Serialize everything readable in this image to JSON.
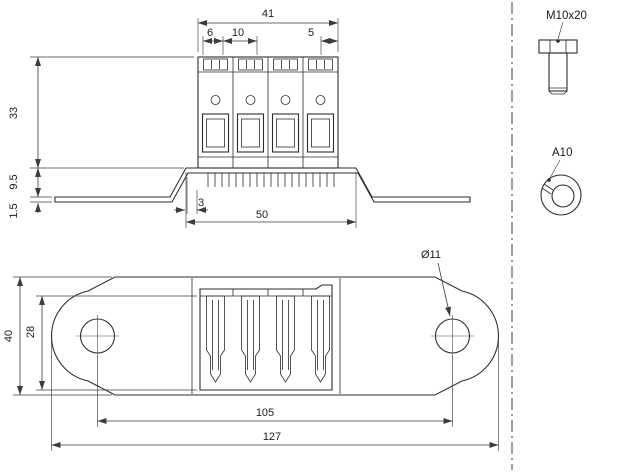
{
  "front_view": {
    "overall_width": "41",
    "offset_left": "6",
    "pitch": "10",
    "offset_right": "5",
    "block_height": "33",
    "bracket_height": "9.5",
    "plate_thickness": "1.5",
    "foot_offset": "3",
    "plateau_width": "50"
  },
  "plan_view": {
    "hole_diameter": "Ø11",
    "inner_width": "28",
    "overall_height": "40",
    "hole_spacing": "105",
    "overall_length": "127"
  },
  "parts": {
    "bolt_label": "M10x20",
    "washer_label": "A10"
  }
}
